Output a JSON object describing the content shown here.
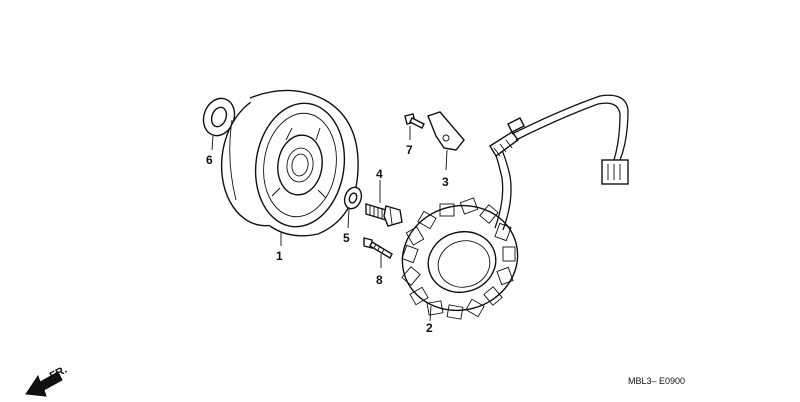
{
  "diagram": {
    "callouts": [
      {
        "id": "1",
        "label": "1"
      },
      {
        "id": "2",
        "label": "2"
      },
      {
        "id": "3",
        "label": "3"
      },
      {
        "id": "4",
        "label": "4"
      },
      {
        "id": "5",
        "label": "5"
      },
      {
        "id": "6",
        "label": "6"
      },
      {
        "id": "7",
        "label": "7"
      },
      {
        "id": "8",
        "label": "8"
      }
    ],
    "diagram_code": "MBL3– E0900",
    "direction_label": "FR."
  }
}
